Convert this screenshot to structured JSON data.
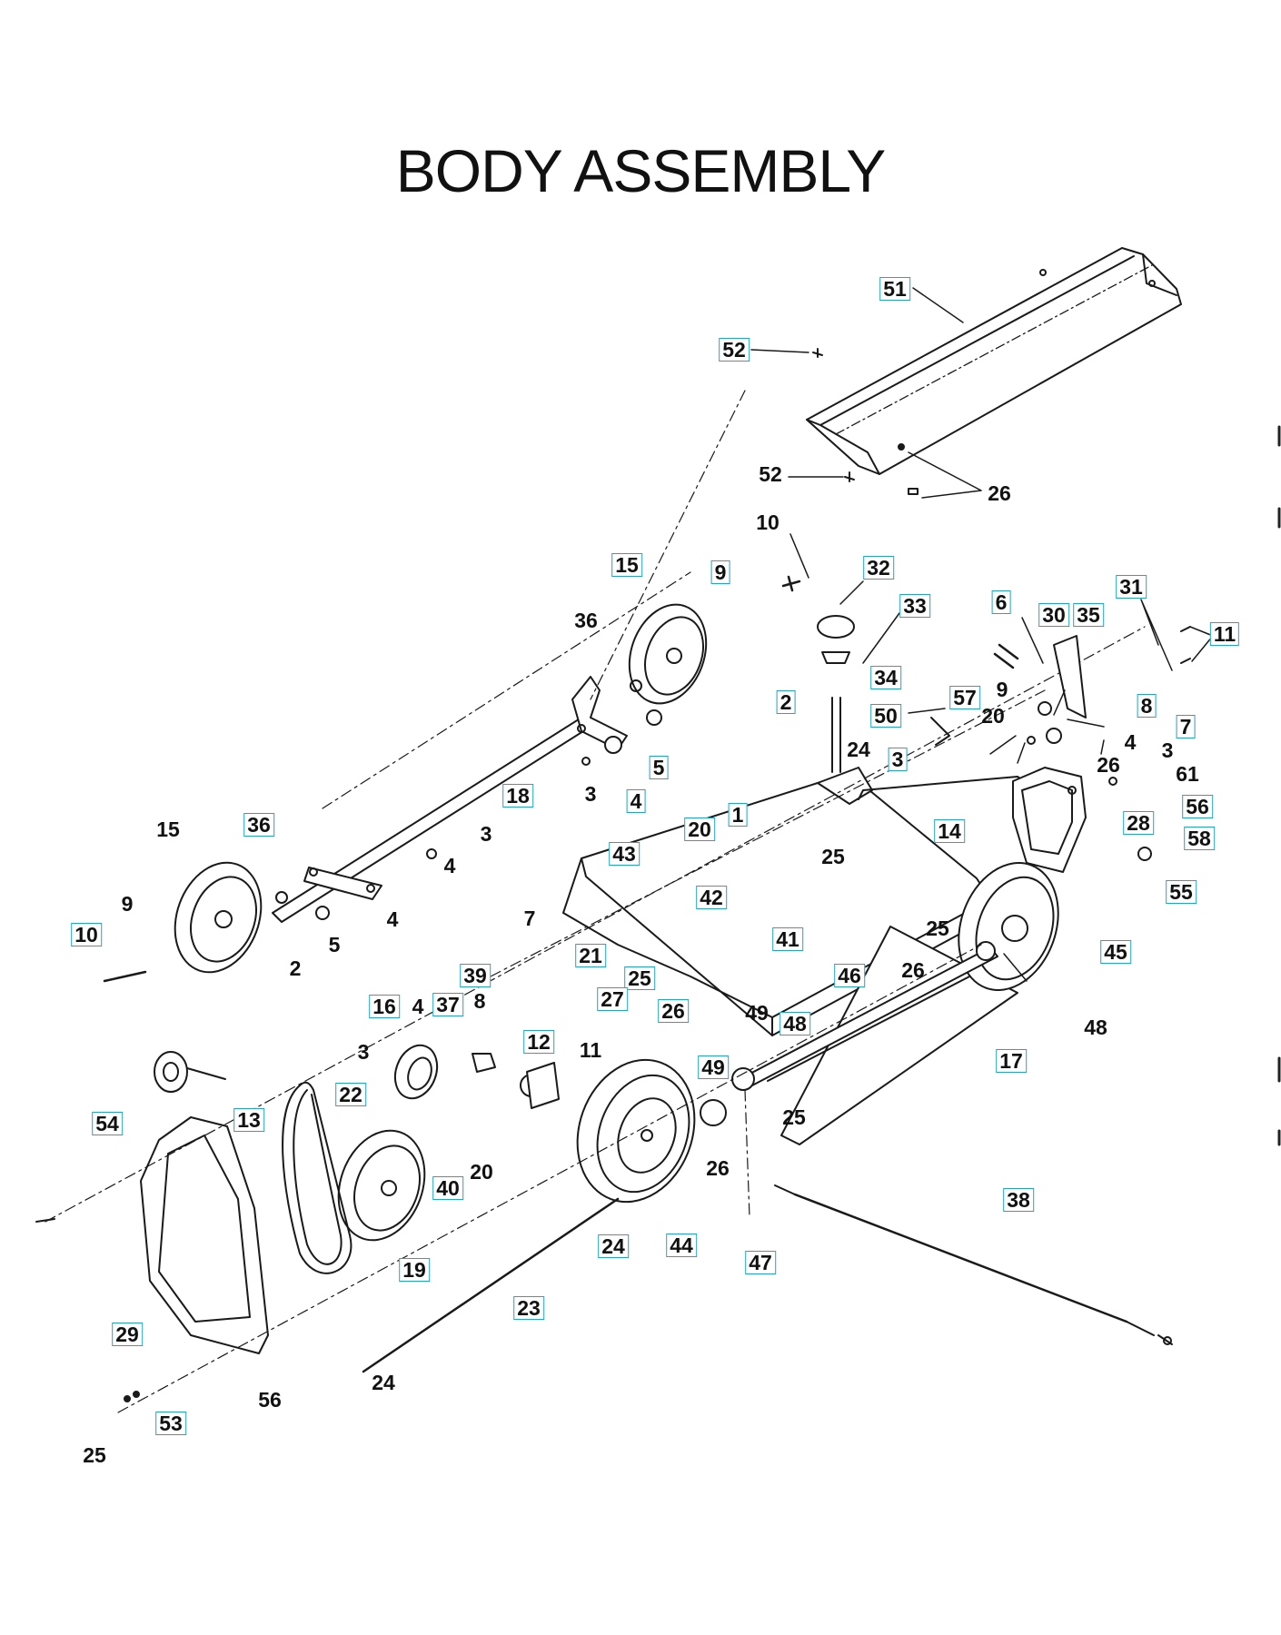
{
  "title": "BODY ASSEMBLY",
  "callouts": [
    {
      "id": "c51",
      "label": "51",
      "boxed": true
    },
    {
      "id": "c52a",
      "label": "52",
      "boxed": true
    },
    {
      "id": "c52b",
      "label": "52",
      "boxed": false
    },
    {
      "id": "c26a",
      "label": "26",
      "boxed": false
    },
    {
      "id": "c10a",
      "label": "10",
      "boxed": false
    },
    {
      "id": "c15a",
      "label": "15",
      "boxed": true
    },
    {
      "id": "c9a",
      "label": "9",
      "boxed": true
    },
    {
      "id": "c32",
      "label": "32",
      "boxed": true
    },
    {
      "id": "c33",
      "label": "33",
      "boxed": true
    },
    {
      "id": "c6",
      "label": "6",
      "boxed": true
    },
    {
      "id": "c30",
      "label": "30",
      "boxed": true
    },
    {
      "id": "c35",
      "label": "35",
      "boxed": true
    },
    {
      "id": "c31",
      "label": "31",
      "boxed": true
    },
    {
      "id": "c11a",
      "label": "11",
      "boxed": true
    },
    {
      "id": "c36a",
      "label": "36",
      "boxed": false
    },
    {
      "id": "c2a",
      "label": "2",
      "boxed": true
    },
    {
      "id": "c34",
      "label": "34",
      "boxed": true
    },
    {
      "id": "c57",
      "label": "57",
      "boxed": true
    },
    {
      "id": "c9b",
      "label": "9",
      "boxed": false
    },
    {
      "id": "c8a",
      "label": "8",
      "boxed": true
    },
    {
      "id": "c20a",
      "label": "20",
      "boxed": false
    },
    {
      "id": "c50",
      "label": "50",
      "boxed": true
    },
    {
      "id": "c7a",
      "label": "7",
      "boxed": true
    },
    {
      "id": "c4a",
      "label": "4",
      "boxed": false
    },
    {
      "id": "c3a",
      "label": "3",
      "boxed": false
    },
    {
      "id": "c24a",
      "label": "24",
      "boxed": false
    },
    {
      "id": "c3b",
      "label": "3",
      "boxed": true
    },
    {
      "id": "c5a",
      "label": "5",
      "boxed": true
    },
    {
      "id": "c26b",
      "label": "26",
      "boxed": false
    },
    {
      "id": "c61",
      "label": "61",
      "boxed": false
    },
    {
      "id": "c3c",
      "label": "3",
      "boxed": false
    },
    {
      "id": "c4b",
      "label": "4",
      "boxed": true
    },
    {
      "id": "c18",
      "label": "18",
      "boxed": true
    },
    {
      "id": "c1",
      "label": "1",
      "boxed": true
    },
    {
      "id": "c14",
      "label": "14",
      "boxed": true
    },
    {
      "id": "c56a",
      "label": "56",
      "boxed": true
    },
    {
      "id": "c28",
      "label": "28",
      "boxed": true
    },
    {
      "id": "c58",
      "label": "58",
      "boxed": true
    },
    {
      "id": "c15b",
      "label": "15",
      "boxed": false
    },
    {
      "id": "c36b",
      "label": "36",
      "boxed": true
    },
    {
      "id": "c3d",
      "label": "3",
      "boxed": false
    },
    {
      "id": "c4c",
      "label": "4",
      "boxed": false
    },
    {
      "id": "c20b",
      "label": "20",
      "boxed": true
    },
    {
      "id": "c43",
      "label": "43",
      "boxed": true
    },
    {
      "id": "c25a",
      "label": "25",
      "boxed": false
    },
    {
      "id": "c55",
      "label": "55",
      "boxed": true
    },
    {
      "id": "c42",
      "label": "42",
      "boxed": true
    },
    {
      "id": "c9c",
      "label": "9",
      "boxed": false
    },
    {
      "id": "c4d",
      "label": "4",
      "boxed": false
    },
    {
      "id": "c5b",
      "label": "5",
      "boxed": false
    },
    {
      "id": "c7b",
      "label": "7",
      "boxed": false
    },
    {
      "id": "c10b",
      "label": "10",
      "boxed": true
    },
    {
      "id": "c25b",
      "label": "25",
      "boxed": false
    },
    {
      "id": "c41",
      "label": "41",
      "boxed": true
    },
    {
      "id": "c45",
      "label": "45",
      "boxed": true
    },
    {
      "id": "c2b",
      "label": "2",
      "boxed": false
    },
    {
      "id": "c39",
      "label": "39",
      "boxed": true
    },
    {
      "id": "c21",
      "label": "21",
      "boxed": true
    },
    {
      "id": "c25c",
      "label": "25",
      "boxed": true
    },
    {
      "id": "c26c",
      "label": "26",
      "boxed": false
    },
    {
      "id": "c46",
      "label": "46",
      "boxed": true
    },
    {
      "id": "c16",
      "label": "16",
      "boxed": true
    },
    {
      "id": "c4e",
      "label": "4",
      "boxed": false
    },
    {
      "id": "c37",
      "label": "37",
      "boxed": true
    },
    {
      "id": "c8b",
      "label": "8",
      "boxed": false
    },
    {
      "id": "c27",
      "label": "27",
      "boxed": true
    },
    {
      "id": "c26d",
      "label": "26",
      "boxed": true
    },
    {
      "id": "c49a",
      "label": "49",
      "boxed": false
    },
    {
      "id": "c48a",
      "label": "48",
      "boxed": true
    },
    {
      "id": "c48b",
      "label": "48",
      "boxed": false
    },
    {
      "id": "c12",
      "label": "12",
      "boxed": true
    },
    {
      "id": "c11b",
      "label": "11",
      "boxed": false
    },
    {
      "id": "c17",
      "label": "17",
      "boxed": true
    },
    {
      "id": "c3e",
      "label": "3",
      "boxed": false
    },
    {
      "id": "c22",
      "label": "22",
      "boxed": true
    },
    {
      "id": "c49b",
      "label": "49",
      "boxed": true
    },
    {
      "id": "c54",
      "label": "54",
      "boxed": true
    },
    {
      "id": "c13",
      "label": "13",
      "boxed": true
    },
    {
      "id": "c25d",
      "label": "25",
      "boxed": false
    },
    {
      "id": "c20c",
      "label": "20",
      "boxed": false
    },
    {
      "id": "c40",
      "label": "40",
      "boxed": true
    },
    {
      "id": "c26e",
      "label": "26",
      "boxed": false
    },
    {
      "id": "c38",
      "label": "38",
      "boxed": true
    },
    {
      "id": "c19",
      "label": "19",
      "boxed": true
    },
    {
      "id": "c24b",
      "label": "24",
      "boxed": true
    },
    {
      "id": "c44",
      "label": "44",
      "boxed": true
    },
    {
      "id": "c47",
      "label": "47",
      "boxed": true
    },
    {
      "id": "c23",
      "label": "23",
      "boxed": true
    },
    {
      "id": "c29",
      "label": "29",
      "boxed": true
    },
    {
      "id": "c56b",
      "label": "56",
      "boxed": false
    },
    {
      "id": "c53",
      "label": "53",
      "boxed": true
    },
    {
      "id": "c24c",
      "label": "24",
      "boxed": false
    },
    {
      "id": "c25e",
      "label": "25",
      "boxed": false
    }
  ]
}
